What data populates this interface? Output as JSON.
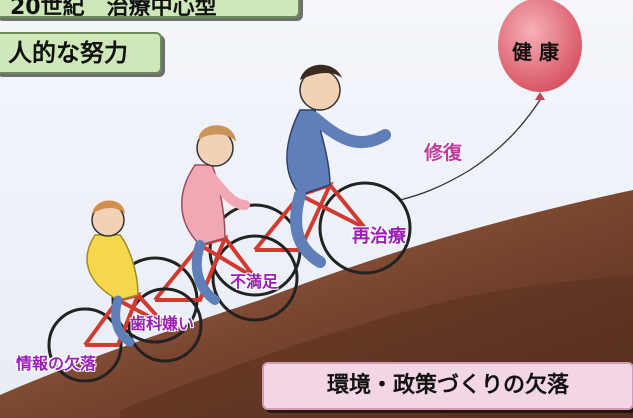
{
  "title_box": {
    "text": "20世紀　治療中心型"
  },
  "effort_box": {
    "text": "人的な努力"
  },
  "balloon": {
    "text": "健 康",
    "color": "#e06a78"
  },
  "labels": {
    "repair": "修復",
    "retreatment": "再治療",
    "dissatisfaction": "不満足",
    "dental_dislike": "歯科嫌い",
    "info_lack": "情報の欠落"
  },
  "env_box": {
    "text": "環境・政策づくりの欠落"
  },
  "colors": {
    "green_box": "#cfe8b9",
    "pink_box": "#f3d6e6",
    "label_purple": "#9a1fb8",
    "repair_magenta": "#c03a9e",
    "bike_red": "#d23a2f",
    "hill_brown": "#6b3f2a"
  }
}
